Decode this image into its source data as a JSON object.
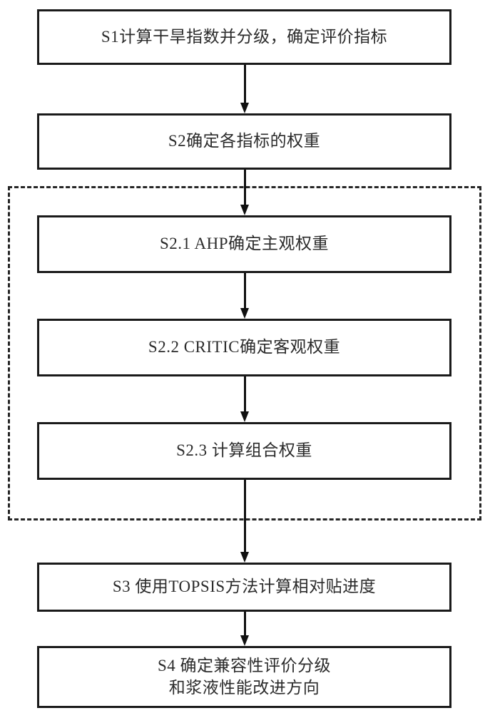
{
  "diagram": {
    "title": "",
    "background_color": "#ffffff",
    "box_border_color": "#1a1a1a",
    "group_border_color": "#262626",
    "text_color": "#2b2b2b",
    "arrow_color": "#101010"
  },
  "nodes": [
    {
      "id": "s1",
      "label": "S1计算干旱指数并分级，确定评价指标"
    },
    {
      "id": "s2",
      "label": "S2确定各指标的权重"
    },
    {
      "id": "s21",
      "label": "S2.1 AHP确定主观权重"
    },
    {
      "id": "s22",
      "label": "S2.2 CRITIC确定客观权重"
    },
    {
      "id": "s23",
      "label": "S2.3 计算组合权重"
    },
    {
      "id": "s3",
      "label": "S3 使用TOPSIS方法计算相对贴进度"
    },
    {
      "id": "s4",
      "label": "S4 确定兼容性评价分级\n和浆液性能改进方向"
    }
  ],
  "group": {
    "name": "s2-substeps-group",
    "style": "dashed",
    "contains": [
      "s21",
      "s22",
      "s23"
    ]
  },
  "arrows": [
    {
      "id": "s1-s2",
      "from": "s1",
      "to": "s2",
      "direction": "down"
    },
    {
      "id": "s2-s21",
      "from": "s2",
      "to": "s21",
      "direction": "down"
    },
    {
      "id": "s21-s22",
      "from": "s21",
      "to": "s22",
      "direction": "down"
    },
    {
      "id": "s22-s23",
      "from": "s22",
      "to": "s23",
      "direction": "down"
    },
    {
      "id": "s23-s3",
      "from": "s23",
      "to": "s3",
      "direction": "down"
    },
    {
      "id": "s3-s4",
      "from": "s3",
      "to": "s4",
      "direction": "down"
    }
  ]
}
